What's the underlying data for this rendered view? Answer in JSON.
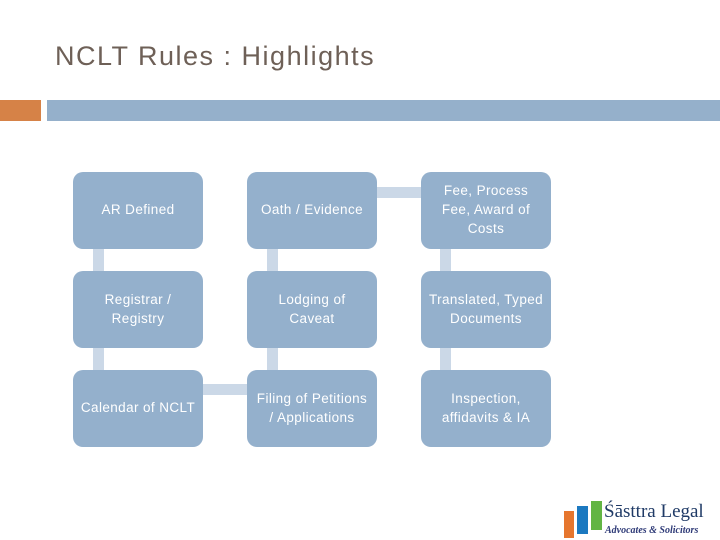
{
  "slide": {
    "title": "NCLT Rules : Highlights"
  },
  "colors": {
    "title_text": "#6e6057",
    "accent_orange": "#d68247",
    "header_bar_blue": "#95b0cb",
    "box_fill": "#94b0cc",
    "box_text": "#ffffff",
    "connector": "#cbd8e7",
    "logo_navy": "#1f3a66",
    "logo_bar_orange": "#e6762e",
    "logo_bar_blue": "#1c79c0",
    "logo_bar_green": "#62b544"
  },
  "diagram": {
    "boxes": [
      {
        "label": "AR Defined"
      },
      {
        "label": "Oath / Evidence"
      },
      {
        "label": "Fee, Process Fee, Award of Costs"
      },
      {
        "label": "Registrar / Registry"
      },
      {
        "label": "Lodging of Caveat"
      },
      {
        "label": "Translated, Typed Documents"
      },
      {
        "label": "Calendar of NCLT"
      },
      {
        "label": "Filing of Petitions / Applications"
      },
      {
        "label": "Inspection, affidavits & IA"
      }
    ]
  },
  "logo": {
    "name": "Śāsttra Legal",
    "tagline": "Advocates & Solicitors"
  }
}
